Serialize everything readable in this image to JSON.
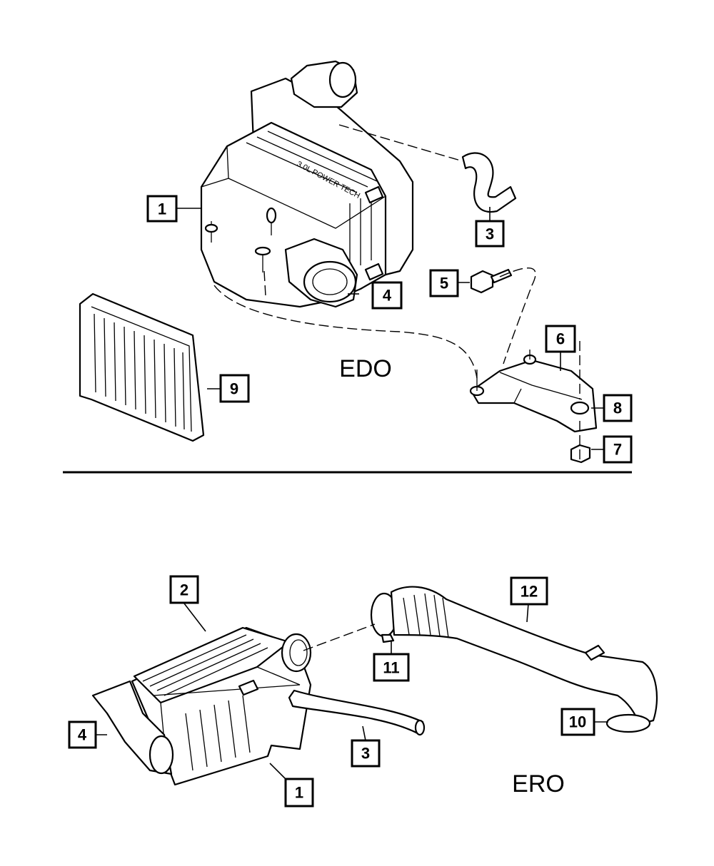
{
  "sections": {
    "top": {
      "label": "EDO"
    },
    "bottom": {
      "label": "ERO"
    }
  },
  "callouts_top": [
    "1",
    "3",
    "4",
    "5",
    "6",
    "8",
    "7",
    "9"
  ],
  "callouts_bottom": [
    "2",
    "12",
    "11",
    "4",
    "3",
    "10",
    "1"
  ]
}
